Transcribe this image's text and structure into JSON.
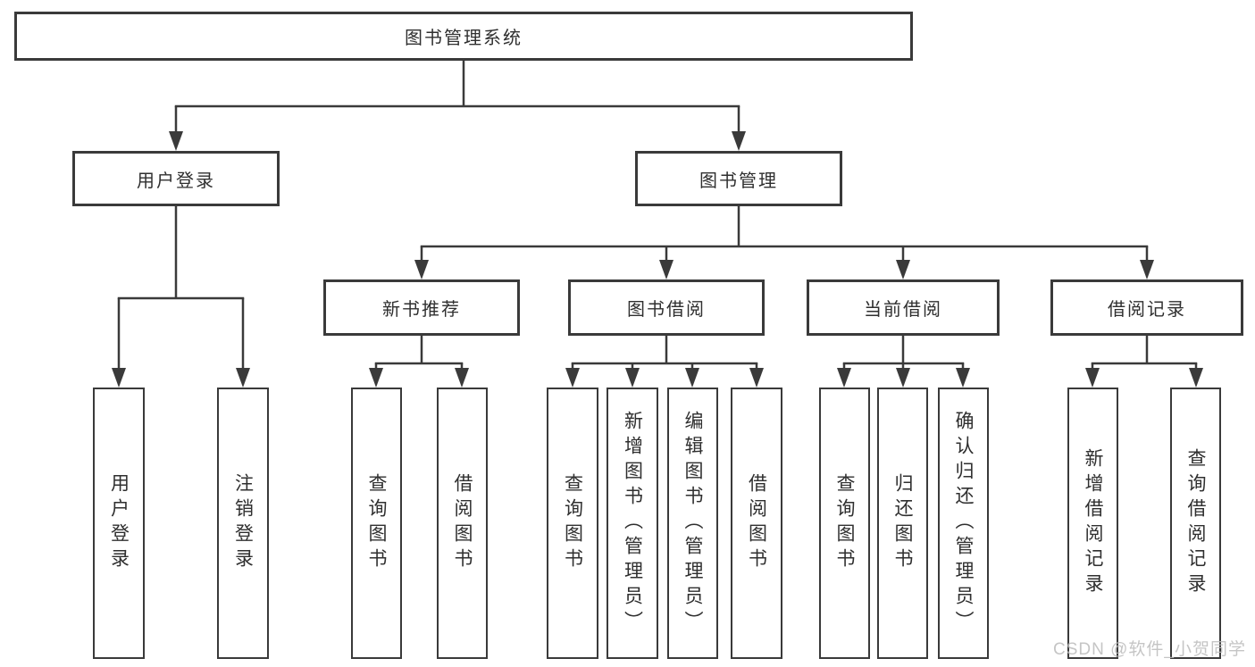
{
  "diagram": {
    "root": {
      "label": "图书管理系统"
    },
    "level2": [
      {
        "label": "用户登录"
      },
      {
        "label": "图书管理"
      }
    ],
    "level3": [
      {
        "label": "新书推荐"
      },
      {
        "label": "图书借阅"
      },
      {
        "label": "当前借阅"
      },
      {
        "label": "借阅记录"
      }
    ],
    "leaves": {
      "user_login": [
        "用户登录",
        "注销登录"
      ],
      "new_book": [
        "查询图书",
        "借阅图书"
      ],
      "book_borrow": [
        "查询图书",
        "新增图书（管理员）",
        "编辑图书（管理员）",
        "借阅图书"
      ],
      "current_borrow": [
        "查询图书",
        "归还图书",
        "确认归还（管理员）"
      ],
      "borrow_record": [
        "新增借阅记录",
        "查询借阅记录"
      ]
    }
  },
  "watermark": {
    "text": "CSDN @软件_小贺同学"
  },
  "colors": {
    "line": "#3a3a3a",
    "text": "#2f2f2f",
    "background": "#ffffff",
    "watermark": "#bbbbbb"
  }
}
